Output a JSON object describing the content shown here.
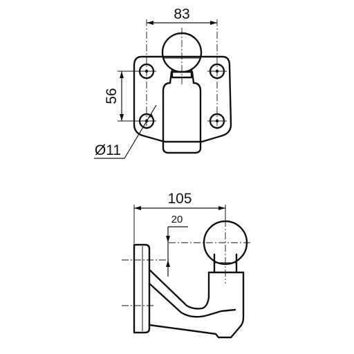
{
  "drawing": {
    "top_view": {
      "dim_width": "83",
      "dim_height": "56",
      "dim_hole": "Ø11"
    },
    "side_view": {
      "dim_length": "105",
      "dim_offset": "20"
    }
  }
}
